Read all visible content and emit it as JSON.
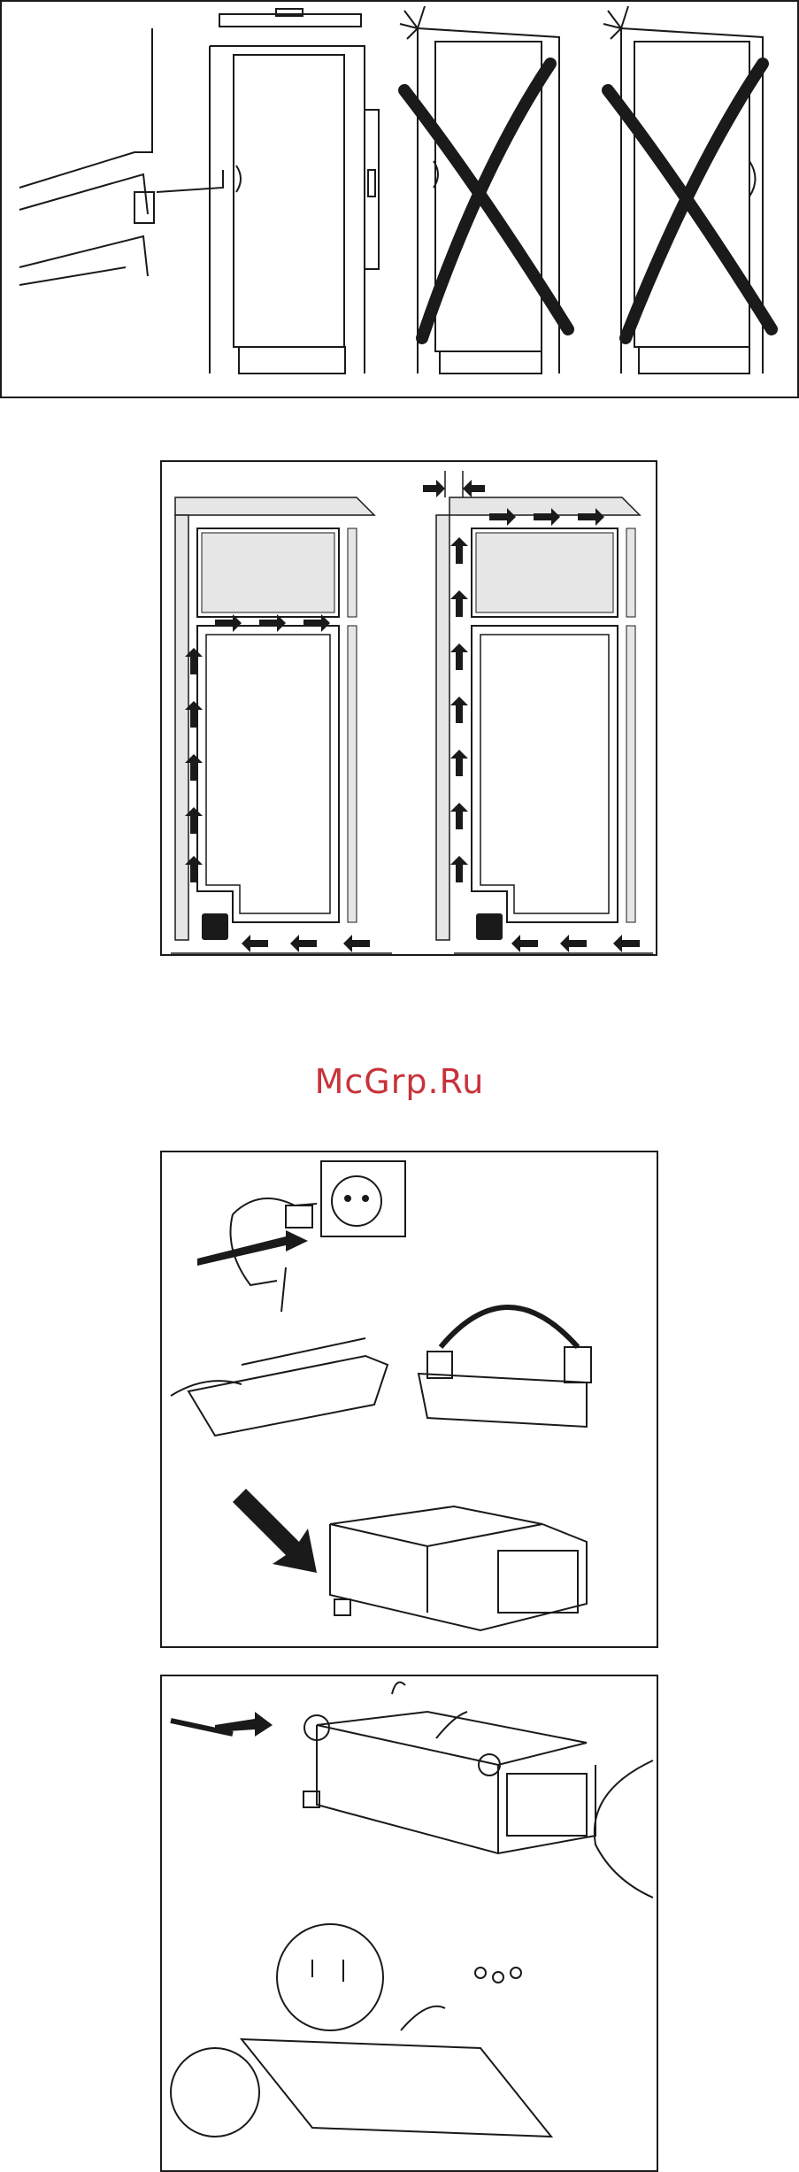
{
  "watermark": {
    "text": "McGrp.Ru"
  },
  "figures": {
    "install_alignment": {
      "description_name": "cabinet-installation-alignment"
    },
    "ventilation": {
      "description_name": "ventilation-airflow-diagram"
    },
    "door_reversal": {
      "description_name": "door-hinge-reversal"
    },
    "hinge_removal": {
      "description_name": "hinge-removal-detail"
    }
  },
  "colors": {
    "watermark": "#c8323a",
    "line": "#1a1a1a",
    "shade": "#e6e6e6"
  },
  "icons": [
    "arrow-icon",
    "cross-mark-icon",
    "spirit-level-icon",
    "screwdriver-icon",
    "hand-icon",
    "plug-icon",
    "socket-icon"
  ]
}
